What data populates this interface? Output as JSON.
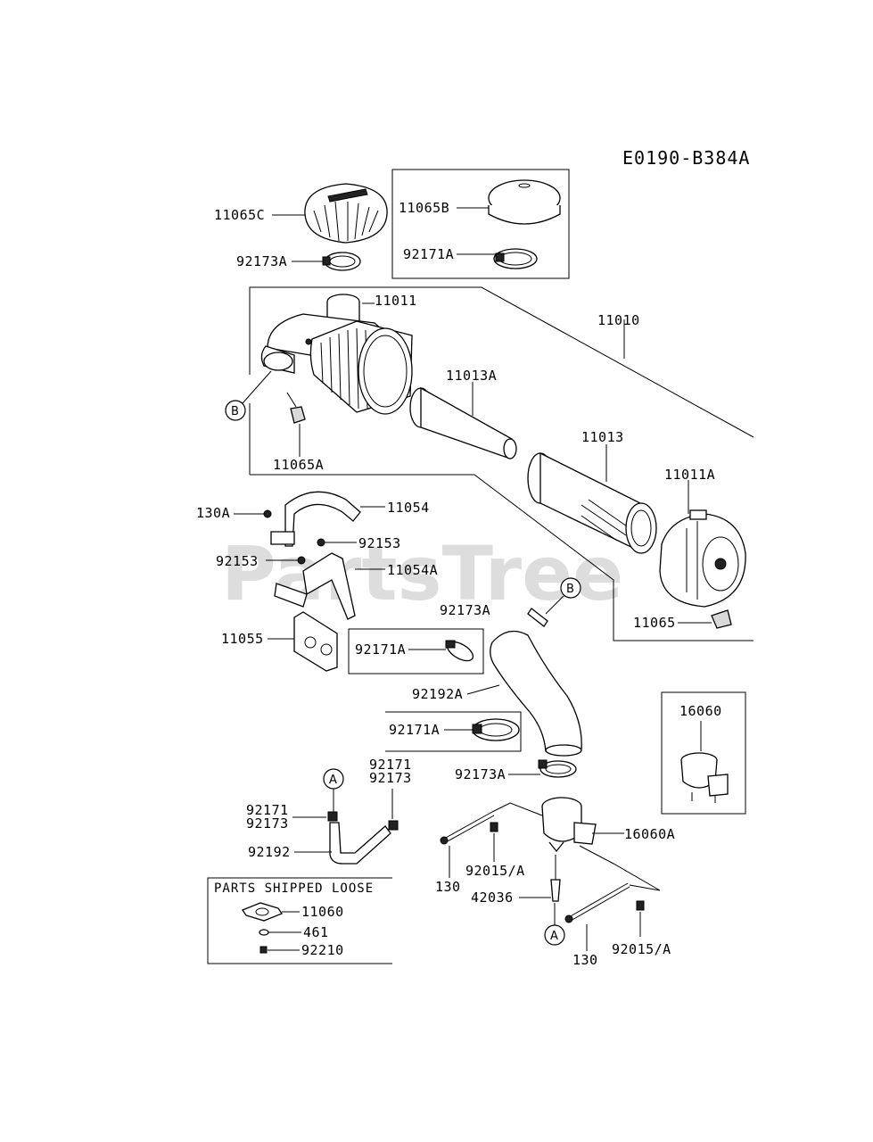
{
  "diagram_code": "E0190-B384A",
  "watermark": "PartsTree",
  "parts_box_title": "PARTS SHIPPED LOOSE",
  "refs": {
    "A": "A",
    "B": "B"
  },
  "labels": {
    "p11065C": "11065C",
    "p11065B": "11065B",
    "p92171A_top": "92171A",
    "p92173A_top": "92173A",
    "p11011": "11011",
    "p11010": "11010",
    "p11013A": "11013A",
    "p11013": "11013",
    "p11011A": "11011A",
    "p11065A": "11065A",
    "p130A": "130A",
    "p11054": "11054",
    "p92153_r": "92153",
    "p92153_l": "92153",
    "p11054A": "11054A",
    "p11055": "11055",
    "p92173A_mid": "92173A",
    "p11065": "11065",
    "p92171A_mid": "92171A",
    "p92192A": "92192A",
    "p92171A_low": "92171A",
    "p16060": "16060",
    "p92173A_low": "92173A",
    "p92171_a": "92171",
    "p92173_a": "92173",
    "p92171_b": "92171",
    "p92173_b": "92173",
    "p92192": "92192",
    "p16060A": "16060A",
    "p130_l": "130",
    "p92015A_l": "92015/A",
    "p42036": "42036",
    "p130_r": "130",
    "p92015A_r": "92015/A",
    "p11060": "11060",
    "p461": "461",
    "p92210": "92210"
  }
}
